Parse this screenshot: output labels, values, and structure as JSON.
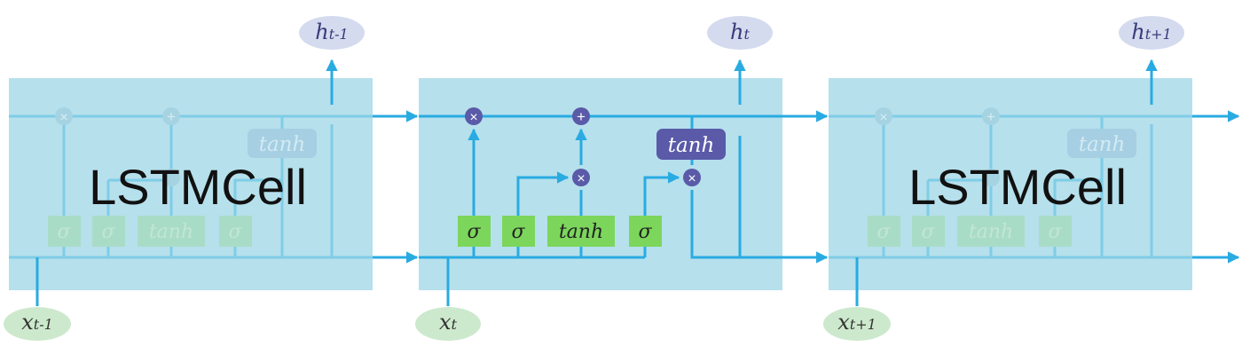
{
  "cells": {
    "left": {
      "title": "LSTMCell",
      "output": "h",
      "output_sub": "t-1",
      "input": "x",
      "input_sub": "t-1",
      "gates": [
        "σ",
        "σ",
        "tanh",
        "σ"
      ],
      "cell_tanh": "tanh"
    },
    "middle": {
      "output": "h",
      "output_sub": "t",
      "input": "x",
      "input_sub": "t",
      "gates": [
        "σ",
        "σ",
        "tanh",
        "σ"
      ],
      "cell_tanh": "tanh"
    },
    "right": {
      "title": "LSTMCell",
      "output": "h",
      "output_sub": "t+1",
      "input": "x",
      "input_sub": "t+1",
      "gates": [
        "σ",
        "σ",
        "tanh",
        "σ"
      ],
      "cell_tanh": "tanh"
    }
  },
  "ops": {
    "multiply": "×",
    "add": "+"
  },
  "colors": {
    "box": "#b6e0ec",
    "wire": "#29abe2",
    "gate": "#7cd65c",
    "op": "#5a5aa8",
    "bubble_output": "#d4dbef",
    "bubble_input": "#cde9cd"
  }
}
